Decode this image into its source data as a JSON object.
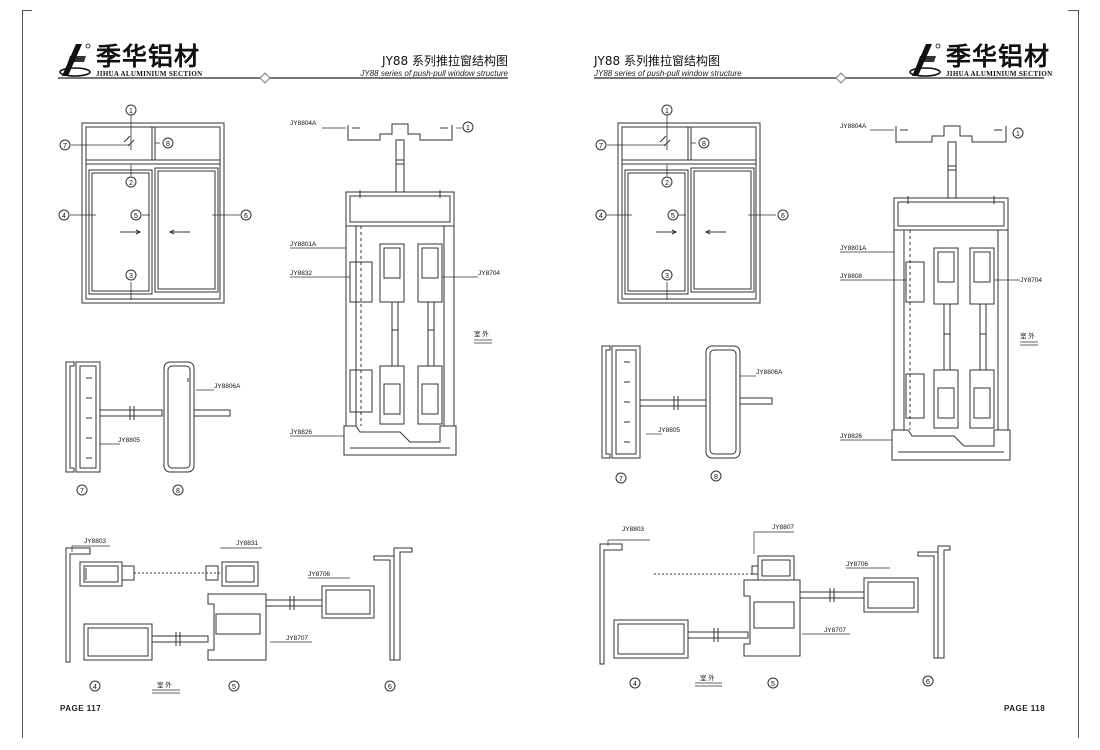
{
  "left": {
    "brand_cn": "季华铝材",
    "brand_en": "JIHUA ALUMINIUM SECTION",
    "title_cn": "JY88 系列推拉窗结构图",
    "title_en": "JY88 series of push-pull window structure",
    "page": "PAGE 117",
    "elevation_callouts": [
      "1",
      "2",
      "3",
      "4",
      "5",
      "6",
      "7",
      "8"
    ],
    "section_labels": {
      "top_frame": "JY8804A",
      "frame": "JY8801A",
      "sash_left": "JY8832",
      "sash_right": "JY8704",
      "bottom_frame": "JY8826",
      "transom": "JY8806A",
      "mullion": "JY8805",
      "jamb": "JY8803",
      "meeting": "JY8831",
      "interlock": "JY8706",
      "interlock2": "JY8707"
    },
    "exterior": "室 外"
  },
  "right": {
    "brand_cn": "季华铝材",
    "brand_en": "JIHUA ALUMINIUM SECTION",
    "title_cn": "JY88 系列推拉窗结构图",
    "title_en": "JY88 series of push-pull window structure",
    "page": "PAGE 118",
    "elevation_callouts": [
      "1",
      "2",
      "3",
      "4",
      "5",
      "6",
      "7",
      "8"
    ],
    "section_labels": {
      "top_frame": "JY8804A",
      "frame": "JY8801A",
      "sash_left": "JY8808",
      "sash_right": "JY8704",
      "bottom_frame": "JY8826",
      "transom": "JY8806A",
      "mullion": "JY8805",
      "jamb": "JY8803",
      "meeting": "JY8807",
      "interlock": "JY8706",
      "interlock2": "JY8707"
    },
    "exterior": "室 外"
  },
  "colors": {
    "line": "#333333",
    "rule": "#777777"
  }
}
